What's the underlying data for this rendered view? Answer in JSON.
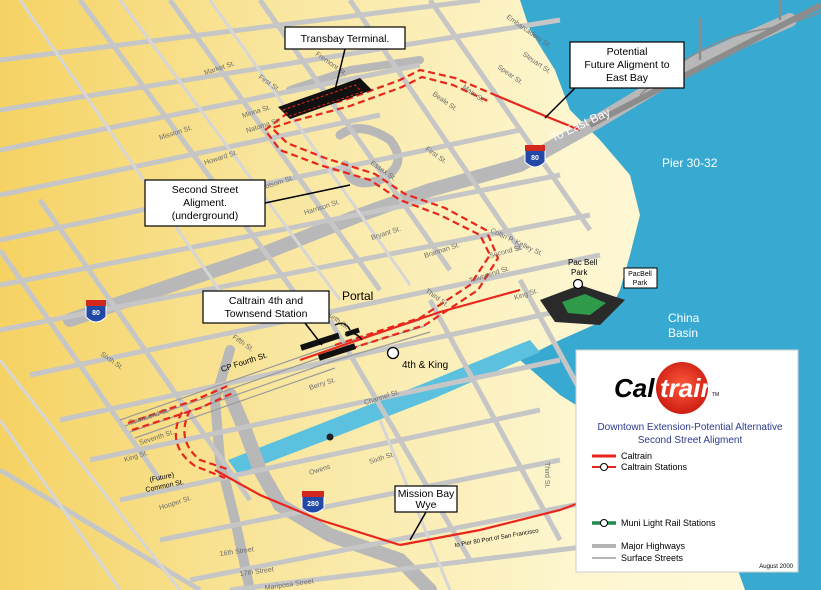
{
  "callouts": {
    "transbay_terminal": "Transbay Terminal.",
    "future_alignment": [
      "Potential",
      "Future Aligment to",
      "East Bay"
    ],
    "second_street": [
      "Second Street",
      "Aligment.",
      "(underground)"
    ],
    "fourth_townsend": [
      "Caltrain 4th and",
      "Townsend Station"
    ],
    "mission_bay_wye": [
      "Mission Bay",
      "Wye"
    ]
  },
  "places": {
    "portal": "Portal",
    "to_east_bay": "To East Bay",
    "pier_30_32": "Pier 30-32",
    "china_basin": [
      "China",
      "Basin"
    ],
    "pac_bell_park": [
      "Pac Bell",
      "Park"
    ],
    "pacbell_park_box": [
      "PacBell",
      "Park"
    ],
    "fourth_and_king": "4th & King",
    "cp_fourth": "CP Fourth St.",
    "future_common": [
      "(Future)",
      "Common St."
    ],
    "to_pier_80": "to Pier 80 Port of San Francisco"
  },
  "highway_shields": [
    "80",
    "80",
    "280"
  ],
  "streets": {
    "market": "Market St.",
    "mission": "Mission St.",
    "howard": "Howard St.",
    "folsom": "Folsom St.",
    "harrison": "Harrison St.",
    "bryant": "Bryant St.",
    "brannan": "Brannan St.",
    "townsend": "Townsend St.",
    "townsend_w": "Townsend St.",
    "king": "King St.",
    "king_w": "King St.",
    "berry": "Berry St.",
    "channel": "Channel St.",
    "sixteenth": "16th Street",
    "seventeenth": "17th Street",
    "mariposa": "Mariposa Street",
    "owens": "Owens",
    "hooper": "Hooper St.",
    "first": "First St.",
    "first_s": "First St.",
    "fremont": "Fremont St.",
    "beale": "Beale St.",
    "main": "Main St.",
    "spear": "Spear St.",
    "steuart": "Steuart St.",
    "embarcadero": "Embarcadero St.",
    "essex": "Essex St.",
    "second": "Second St.",
    "third": "Third St.",
    "third_s": "Third St.",
    "fourth": "Fourth St.",
    "fifth": "Fifth St.",
    "sixth": "Sixth St.",
    "sixth_s": "Sixth St.",
    "seventh": "Seventh St.",
    "minna": "Minna St.",
    "natoma": "Natoma St.",
    "collin_p_kelley": "Collin P. Kelley St."
  },
  "legend": {
    "title": "Downtown Extension-Potential Alternative",
    "subtitle": "Second Street Aligment",
    "items": [
      {
        "label": "Caltrain",
        "color": "#e8261c"
      },
      {
        "label": "Caltrain Stations",
        "color": "#e8261c"
      },
      {
        "label": "Muni Light Rail Stations",
        "color": "#1f8a4c"
      },
      {
        "label": "Major Highways",
        "color": "#b5b5b5"
      },
      {
        "label": "Surface Streets",
        "color": "#b5b5b5"
      }
    ],
    "date": "August 2000"
  },
  "logo": {
    "part1": "Cal",
    "part2": "train",
    "tm": "TM"
  },
  "colors": {
    "water": "#38a9d1",
    "land_light": "#fdf6c8",
    "land_dark": "#f7d774",
    "road": "#bdbdbd",
    "caltrain": "#e8261c",
    "muni": "#1f8a4c",
    "park_field": "#2e9a4a"
  }
}
